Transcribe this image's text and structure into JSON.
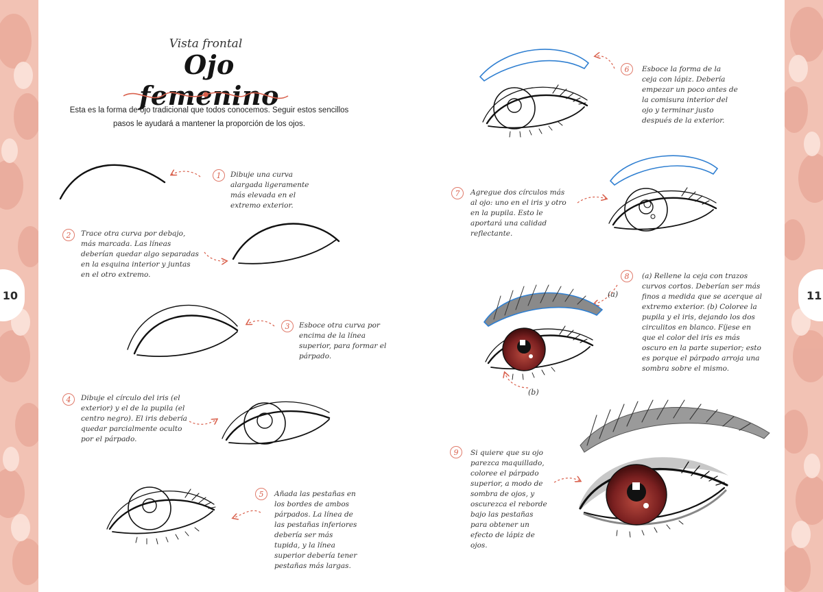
{
  "page": {
    "left_number": "10",
    "right_number": "11",
    "subtitle": "Vista frontal",
    "title": "Ojo femenino",
    "intro": "Esta es la forma de ojo tradicional que todos conocemos. Seguir estos sencillos pasos le ayudará a mantener la proporción de los ojos."
  },
  "steps": [
    {
      "number": "1",
      "text": "Dibuje una curva alargada ligeramente más elevada en el extremo exterior."
    },
    {
      "number": "2",
      "text": "Trace otra curva por debajo, más marcada. Las líneas deberían quedar algo separadas en la esquina interior y juntas en el otro extremo."
    },
    {
      "number": "3",
      "text": "Esboce otra curva por encima de la línea superior, para formar el párpado."
    },
    {
      "number": "4",
      "text": "Dibuje el círculo del iris (el exterior) y el de la pupila (el centro negro). El iris debería quedar parcialmente oculto por el párpado."
    },
    {
      "number": "5",
      "text": "Añada las pestañas en los bordes de ambos párpados. La línea de las pestañas inferiores debería ser más tupida, y la línea superior debería tener pestañas más largas."
    },
    {
      "number": "6",
      "text": "Esboce la forma de la ceja con lápiz. Debería empezar un poco antes de la comisura interior del ojo y terminar justo después de la exterior."
    },
    {
      "number": "7",
      "text": "Agregue dos círculos más al ojo: uno en el iris y otro en la pupila. Esto le aportará una calidad reflectante."
    },
    {
      "number": "8",
      "text": "(a) Rellene la ceja con trazos curvos cortos. Deberían ser más finos a medida que se acerque al extremo exterior. (b) Coloree la pupila y el iris, dejando los dos circulitos en blanco. Fíjese en que el color del iris es más oscuro en la parte superior; esto es porque el párpado arroja una sombra sobre el mismo."
    },
    {
      "number": "9",
      "text": "Si quiere que su ojo parezca maquillado, coloree el párpado superior, a modo de sombra de ojos, y oscurezca el reborde bajo las pestañas para obtener un efecto de lápiz de ojos."
    }
  ],
  "labels": {
    "a": "(a)",
    "b": "(b)"
  },
  "colors": {
    "accent": "#d9604c",
    "side": "#f2c2b4",
    "brow_blue": "#2f7fd1",
    "iris": "#7a2020"
  }
}
